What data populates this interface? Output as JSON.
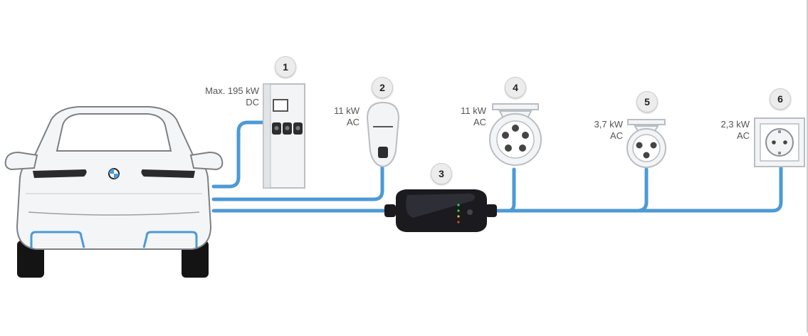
{
  "colors": {
    "cable": "#4c9ad6",
    "device_stroke": "#b9bec4",
    "device_fill": "#f3f4f6",
    "wallbox_body": "#1a1a1f"
  },
  "stations": [
    {
      "number": "1",
      "power": "Max. 195 kW",
      "type": "DC",
      "icon": "dc-fast-charger-icon"
    },
    {
      "number": "2",
      "power": "11 kW",
      "type": "AC",
      "icon": "wallbox-icon"
    },
    {
      "number": "3",
      "icon": "flexible-fast-charger-icon"
    },
    {
      "number": "4",
      "power": "11 kW",
      "type": "AC",
      "icon": "cee-16a-socket-icon"
    },
    {
      "number": "5",
      "power": "3,7 kW",
      "type": "AC",
      "icon": "cee-blue-socket-icon"
    },
    {
      "number": "6",
      "power": "2,3 kW",
      "type": "AC",
      "icon": "household-socket-icon"
    }
  ]
}
